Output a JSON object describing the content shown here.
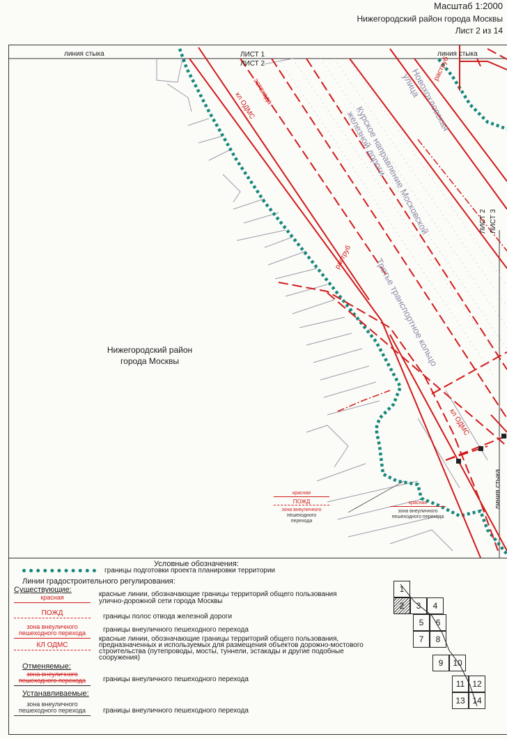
{
  "header": {
    "scale": "Масштаб 1:2000",
    "district": "Нижегородский район города Москвы",
    "sheet": "Лист 2 из 14"
  },
  "map": {
    "junction_left": "линия стыка",
    "junction_right": "линия стыка",
    "junction_vertical": "линия стыка",
    "sheet1": "ЛИСТ 1",
    "sheet2": "ЛИСТ 2",
    "sheet2_right": "ЛИСТ 2",
    "sheet3_right": "ЛИСТ 3",
    "estakada": "эстакада",
    "kl_odms_1": "кл ОДМС",
    "kl_odms_2": "кл ОДМС",
    "rastrub_1": "раструб",
    "rastrub_2": "раструб",
    "railway": "Курское направление Московской железной дороги",
    "street": "Новохохловская улица",
    "ring": "Третье транспортное кольцо",
    "district_line1": "Нижегородский район",
    "district_line2": "города Москвы",
    "tag_left": {
      "red": "красная",
      "pozhd": "ПОЖД",
      "zone_l1": "зона внеуличного",
      "zone_l2": "пешеходного",
      "zone_l3": "перехода"
    },
    "tag_right": {
      "red": "красная",
      "zone_l1": "зона внеуличного",
      "zone_l2": "пешеходного перехода"
    },
    "colors": {
      "red": "#d01a1a",
      "teal": "#14877a",
      "grey": "#9a9aa8"
    }
  },
  "legend": {
    "title": "Условные обозначения:",
    "boundary_desc": "границы подготовки проекта планировки территории",
    "section": "Линии градостроительного регулирования:",
    "existing": "Существующие:",
    "red_label": "красная",
    "red_desc_1": "красные линии, обозначающие границы территорий общего пользования",
    "red_desc_2": "улично-дорожной сети города Москвы",
    "pozhd_label": "ПОЖД",
    "pozhd_desc": "границы полос отвода железной дороги",
    "zone_label_1": "зона внеуличного",
    "zone_label_2": "пешеходного перехода",
    "zone_desc": "границы внеуличного пешеходного перехода",
    "kl_label": "КЛ ОДМС",
    "kl_desc_1": "красные линии, обозначающие границы территорий общего пользования,",
    "kl_desc_2": "предназначенных и используемых для размещения объектов дорожно-мостового",
    "kl_desc_3": "строительства (путепроводы, мосты, туннели, эстакады и другие подобные",
    "kl_desc_4": "сооружения)",
    "cancelled": "Отменяемые:",
    "cancel_label_1": "зона внеуличного",
    "cancel_label_2": "пешеходного перехода",
    "cancel_desc": "границы внеуличного пешеходного перехода",
    "established": "Устанавливаемые:",
    "new_label_1": "зона внеуличного",
    "new_label_2": "пешеходного перехода",
    "new_desc": "границы внеуличного пешеходного перехода",
    "index_cells": [
      "1",
      "2",
      "3",
      "4",
      "5",
      "6",
      "7",
      "8",
      "9",
      "10",
      "11",
      "12",
      "13",
      "14"
    ]
  }
}
